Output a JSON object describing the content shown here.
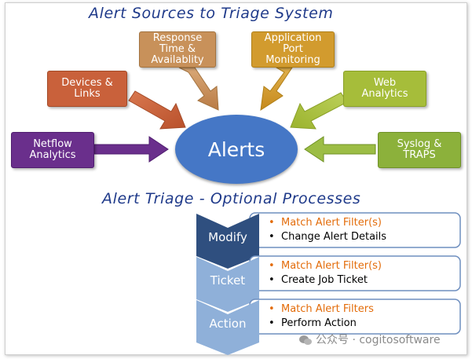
{
  "titles": {
    "top": "Alert Sources to Triage System",
    "middle": "Alert Triage - Optional Processes"
  },
  "sources": {
    "response": "Response\nTime &\nAvailablity",
    "application": "Application\nPort\nMonitoring",
    "devices": "Devices &\nLinks",
    "web": "Web\nAnalytics",
    "netflow": "Netflow\nAnalytics",
    "syslog": "Syslog &\nTRAPS"
  },
  "center": {
    "label": "Alerts"
  },
  "processes": [
    {
      "label": "Modify",
      "line1": "Match Alert Filter(s)",
      "line2": "Change Alert Details"
    },
    {
      "label": "Ticket",
      "line1": "Match Alert Filter(s)",
      "line2": "Create Job Ticket"
    },
    {
      "label": "Action",
      "line1": "Match Alert  Filters",
      "line2": "Perform Action"
    }
  ],
  "bullet": "•",
  "watermark": "公众号 · cogitosoftware",
  "colors": {
    "title": "#1f3a8a",
    "alerts": "#4577c6",
    "orange_text": "#e36c0a",
    "chevron_dark": "#2f4f7f",
    "chevron_light": "#8fb0d9"
  }
}
